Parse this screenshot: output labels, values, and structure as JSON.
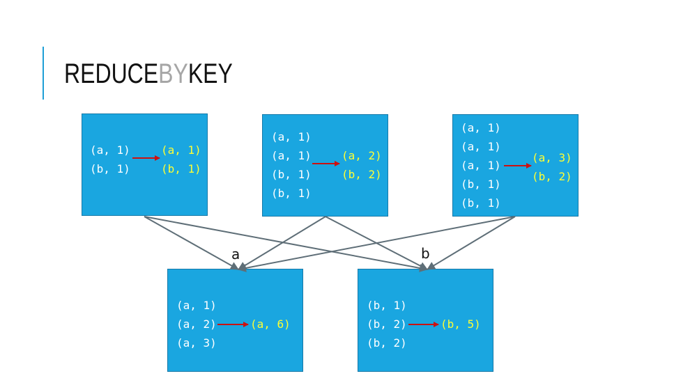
{
  "slide": {
    "title_part1": "REDUCE",
    "title_part2": "BY",
    "title_part3": "KEY"
  },
  "colors": {
    "accent": "#1e9fd6",
    "box_fill": "#1aa6e0",
    "input_text": "#ffffff",
    "output_text": "#ffff33",
    "arrow_red": "#cc1111",
    "shuffle_line": "#5e6e77",
    "title_dark": "#111111",
    "title_gray": "#a6a6a6"
  },
  "partitions": [
    {
      "inputs": [
        "(a, 1)",
        "(b, 1)"
      ],
      "outputs": [
        "(a, 1)",
        "(b, 1)"
      ]
    },
    {
      "inputs": [
        "(a, 1)",
        "(a, 1)",
        "(b, 1)",
        "(b, 1)"
      ],
      "outputs": [
        "(a, 2)",
        "(b, 2)"
      ]
    },
    {
      "inputs": [
        "(a, 1)",
        "(a, 1)",
        "(a, 1)",
        "(b, 1)",
        "(b, 1)"
      ],
      "outputs": [
        "(a, 3)",
        "(b, 2)"
      ]
    }
  ],
  "reducers": [
    {
      "key_label": "a",
      "inputs": [
        "(a, 1)",
        "(a, 2)",
        "(a, 3)"
      ],
      "outputs": [
        "(a, 6)"
      ]
    },
    {
      "key_label": "b",
      "inputs": [
        "(b, 1)",
        "(b, 2)",
        "(b, 2)"
      ],
      "outputs": [
        "(b, 5)"
      ]
    }
  ]
}
